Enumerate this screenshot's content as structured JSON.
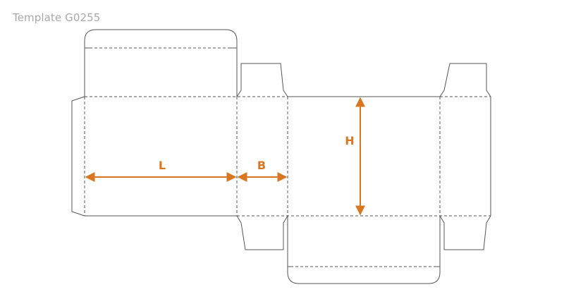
{
  "title": "Template G0255",
  "dimensions": [
    {
      "id": "length",
      "label": "L"
    },
    {
      "id": "breadth",
      "label": "B"
    },
    {
      "id": "height",
      "label": "H"
    }
  ],
  "colors": {
    "dimension": "#d9761f",
    "line": "#555555",
    "title": "#a8a8a8"
  }
}
